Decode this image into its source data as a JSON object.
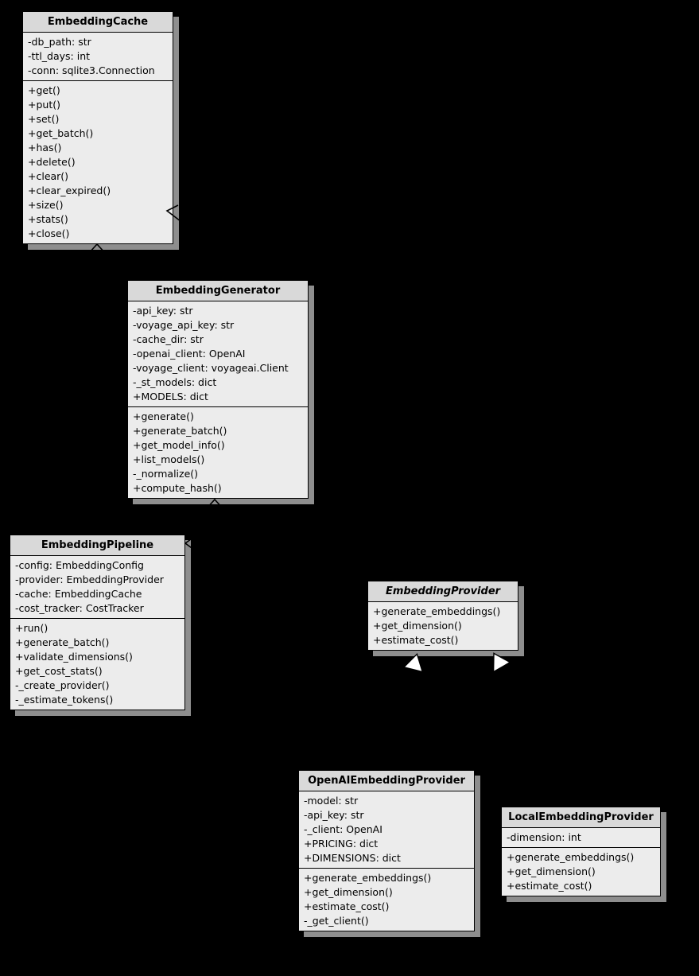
{
  "colors": {
    "background": "#000000",
    "class_fill": "#ececec",
    "title_fill": "#d9d9d9",
    "border": "#000000",
    "shadow": "#8e8e8e",
    "arrow_stroke": "#000000",
    "inheritance_triangle_fill": "#ffffff"
  },
  "classes": [
    {
      "name": "EmbeddingCache",
      "abstract": false,
      "attributes": [
        "-db_path: str",
        "-ttl_days: int",
        "-conn: sqlite3.Connection"
      ],
      "methods": [
        "+get()",
        "+put()",
        "+set()",
        "+get_batch()",
        "+has()",
        "+delete()",
        "+clear()",
        "+clear_expired()",
        "+size()",
        "+stats()",
        "+close()"
      ]
    },
    {
      "name": "EmbeddingGenerator",
      "abstract": false,
      "attributes": [
        "-api_key: str",
        "-voyage_api_key: str",
        "-cache_dir: str",
        "-openai_client: OpenAI",
        "-voyage_client: voyageai.Client",
        "-_st_models: dict",
        "+MODELS: dict"
      ],
      "methods": [
        "+generate()",
        "+generate_batch()",
        "+get_model_info()",
        "+list_models()",
        "-_normalize()",
        "+compute_hash()"
      ]
    },
    {
      "name": "EmbeddingPipeline",
      "abstract": false,
      "attributes": [
        "-config: EmbeddingConfig",
        "-provider: EmbeddingProvider",
        "-cache: EmbeddingCache",
        "-cost_tracker: CostTracker"
      ],
      "methods": [
        "+run()",
        "+generate_batch()",
        "+validate_dimensions()",
        "+get_cost_stats()",
        "-_create_provider()",
        "-_estimate_tokens()"
      ]
    },
    {
      "name": "EmbeddingProvider",
      "abstract": true,
      "attributes": [],
      "methods": [
        "+generate_embeddings()",
        "+get_dimension()",
        "+estimate_cost()"
      ]
    },
    {
      "name": "OpenAIEmbeddingProvider",
      "abstract": false,
      "attributes": [
        "-model: str",
        "-api_key: str",
        "-_client: OpenAI",
        "+PRICING: dict",
        "+DIMENSIONS: dict"
      ],
      "methods": [
        "+generate_embeddings()",
        "+get_dimension()",
        "+estimate_cost()",
        "-_get_client()"
      ]
    },
    {
      "name": "LocalEmbeddingProvider",
      "abstract": false,
      "attributes": [
        "-dimension: int"
      ],
      "methods": [
        "+generate_embeddings()",
        "+get_dimension()",
        "+estimate_cost()"
      ]
    }
  ],
  "relationships": [
    {
      "kind": "open-arrowhead",
      "target": "EmbeddingCache",
      "side": "east"
    },
    {
      "kind": "open-arrowhead",
      "target": "EmbeddingCache",
      "side": "south"
    },
    {
      "kind": "open-arrowhead",
      "target": "EmbeddingGenerator",
      "side": "south"
    },
    {
      "kind": "open-arrowhead",
      "target": "EmbeddingPipeline",
      "side": "east"
    },
    {
      "kind": "inheritance-triangle",
      "parent": "EmbeddingProvider",
      "child": "OpenAIEmbeddingProvider"
    },
    {
      "kind": "inheritance-triangle",
      "parent": "EmbeddingProvider",
      "child": "LocalEmbeddingProvider"
    }
  ]
}
